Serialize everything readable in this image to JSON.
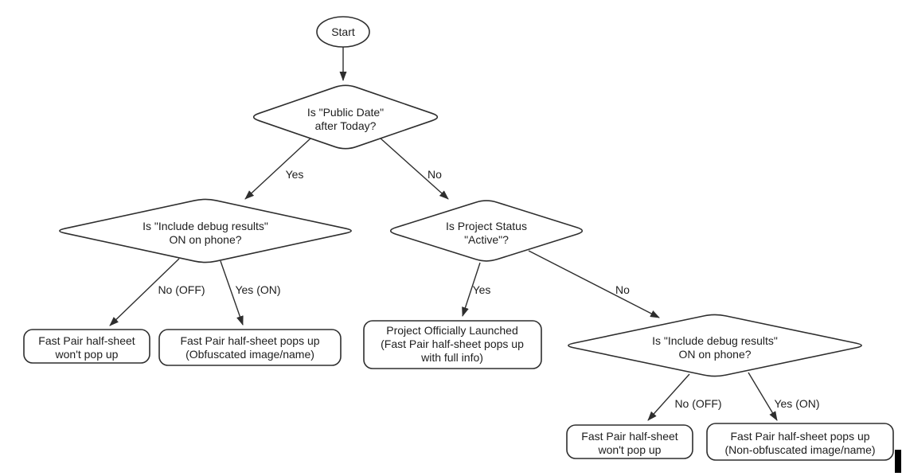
{
  "diagram": {
    "nodes": {
      "start": {
        "label": "Start"
      },
      "public_date": {
        "line1": "Is \"Public Date\"",
        "line2": "after Today?"
      },
      "debug_left": {
        "line1": "Is \"Include debug results\"",
        "line2": "ON on phone?"
      },
      "project_status": {
        "line1": "Is Project Status",
        "line2": "\"Active\"?"
      },
      "debug_right": {
        "line1": "Is \"Include debug results\"",
        "line2": "ON on phone?"
      },
      "no_popup_left": {
        "line1": "Fast Pair half-sheet",
        "line2": "won't pop up"
      },
      "popup_obfuscated": {
        "line1": "Fast Pair half-sheet pops up",
        "line2": "(Obfuscated image/name)"
      },
      "launched": {
        "line1": "Project Officially Launched",
        "line2": "(Fast Pair half-sheet pops up",
        "line3": "with full info)"
      },
      "no_popup_right": {
        "line1": "Fast Pair half-sheet",
        "line2": "won't pop up"
      },
      "popup_nonobfuscated": {
        "line1": "Fast Pair half-sheet pops up",
        "line2": "(Non-obfuscated image/name)"
      }
    },
    "edge_labels": {
      "yes1": "Yes",
      "no1": "No",
      "no_off_left": "No (OFF)",
      "yes_on_left": "Yes (ON)",
      "yes2": "Yes",
      "no2": "No",
      "no_off_right": "No (OFF)",
      "yes_on_right": "Yes (ON)"
    },
    "colors": {
      "stroke": "#2e2e2e",
      "text": "#1d1d1d",
      "background": "#ffffff"
    }
  }
}
